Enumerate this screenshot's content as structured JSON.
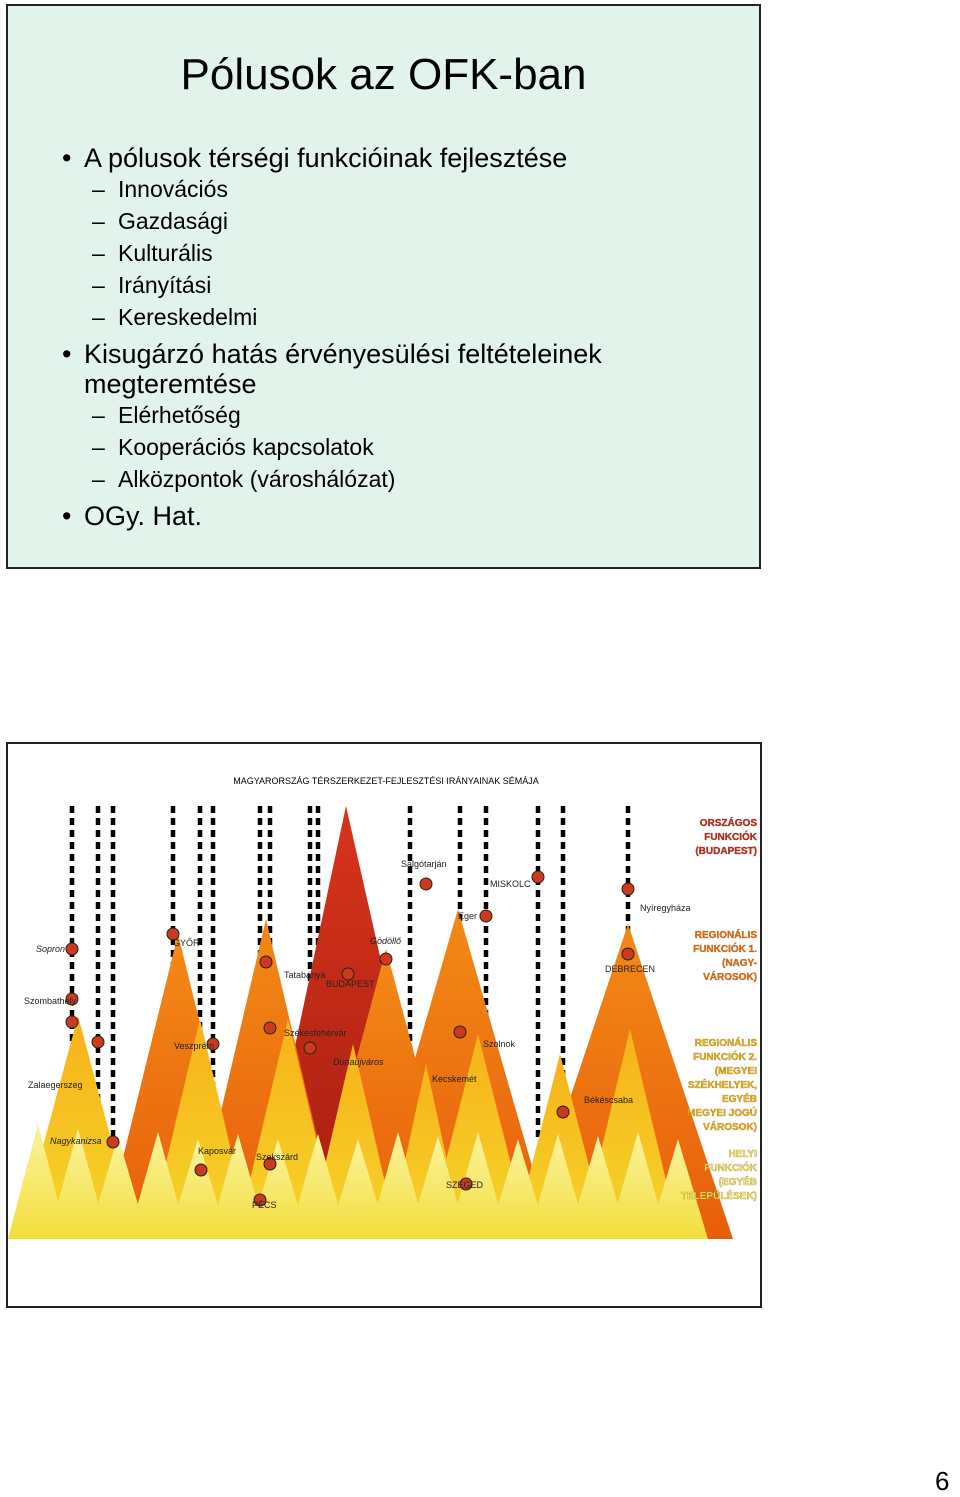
{
  "slide1": {
    "title": "Pólusok az OFK-ban",
    "bullets": [
      {
        "text": "A pólusok térségi funkcióinak fejlesztése",
        "subs": [
          "Innovációs",
          "Gazdasági",
          "Kulturális",
          "Irányítási",
          "Kereskedelmi"
        ]
      },
      {
        "text_line1": "Kisugárzó hatás érvényesülési feltételeinek",
        "text_line2": "megteremtése",
        "subs": [
          "Elérhetőség",
          "Kooperációs kapcsolatok",
          "Alközpontok (városhálózat)"
        ]
      },
      {
        "text": "OGy. Hat.",
        "subs": []
      }
    ]
  },
  "slide2": {
    "title": "MAGYARORSZÁG TÉRSZERKEZET-FEJLESZTÉSI IRÁNYAINAK SÉMÁJA",
    "legend": {
      "national": [
        "ORSZÁGOS",
        "FUNKCIÓK",
        "(BUDAPEST)"
      ],
      "regional1": [
        "REGIONÁLIS",
        "FUNKCIÓK 1.",
        "(NAGY-",
        "VÁROSOK)"
      ],
      "regional2": [
        "REGIONÁLIS",
        "FUNKCIÓK 2.",
        "(MEGYEI",
        "SZÉKHELYEK,",
        "EGYÉB",
        "MEGYEI JOGÚ",
        "VÁROSOK)"
      ],
      "local": [
        "HELYI",
        "FUNKCIÓK",
        "(EGYÉB",
        "TELEPÜLÉSEK)"
      ]
    },
    "cities": {
      "salgotarjan": "Salgótarján",
      "miskolc": "MISKOLC",
      "nyiregyhaza": "Nyíregyháza",
      "eger": "Eger",
      "sopron": "Sopron",
      "gyor": "GYŐR",
      "godollo": "Gödöllő",
      "tatabanya": "Tatabánya",
      "budapest": "BUDAPEST",
      "debrecen": "DEBRECEN",
      "szombathely": "Szombathely",
      "szekesfehervar": "Székesfehérvár",
      "veszprem": "Veszprém",
      "szolnok": "Szolnok",
      "dunaujvaros": "Dunaújváros",
      "zalaegerszeg": "Zalaegerszeg",
      "kecskemet": "Kecskemét",
      "bekescsaba": "Békéscsaba",
      "nagykanizsa": "Nagykanizsa",
      "kaposvar": "Kaposvár",
      "szekszard": "Szekszárd",
      "szeged": "SZEGED",
      "pecs": "PÉCS"
    },
    "colors": {
      "national": "#c0301a",
      "regional": "#f07a12",
      "county": "#f5c61a",
      "local": "#fbf086",
      "city_dot": "#cc3a1e"
    }
  },
  "page_number": "6"
}
